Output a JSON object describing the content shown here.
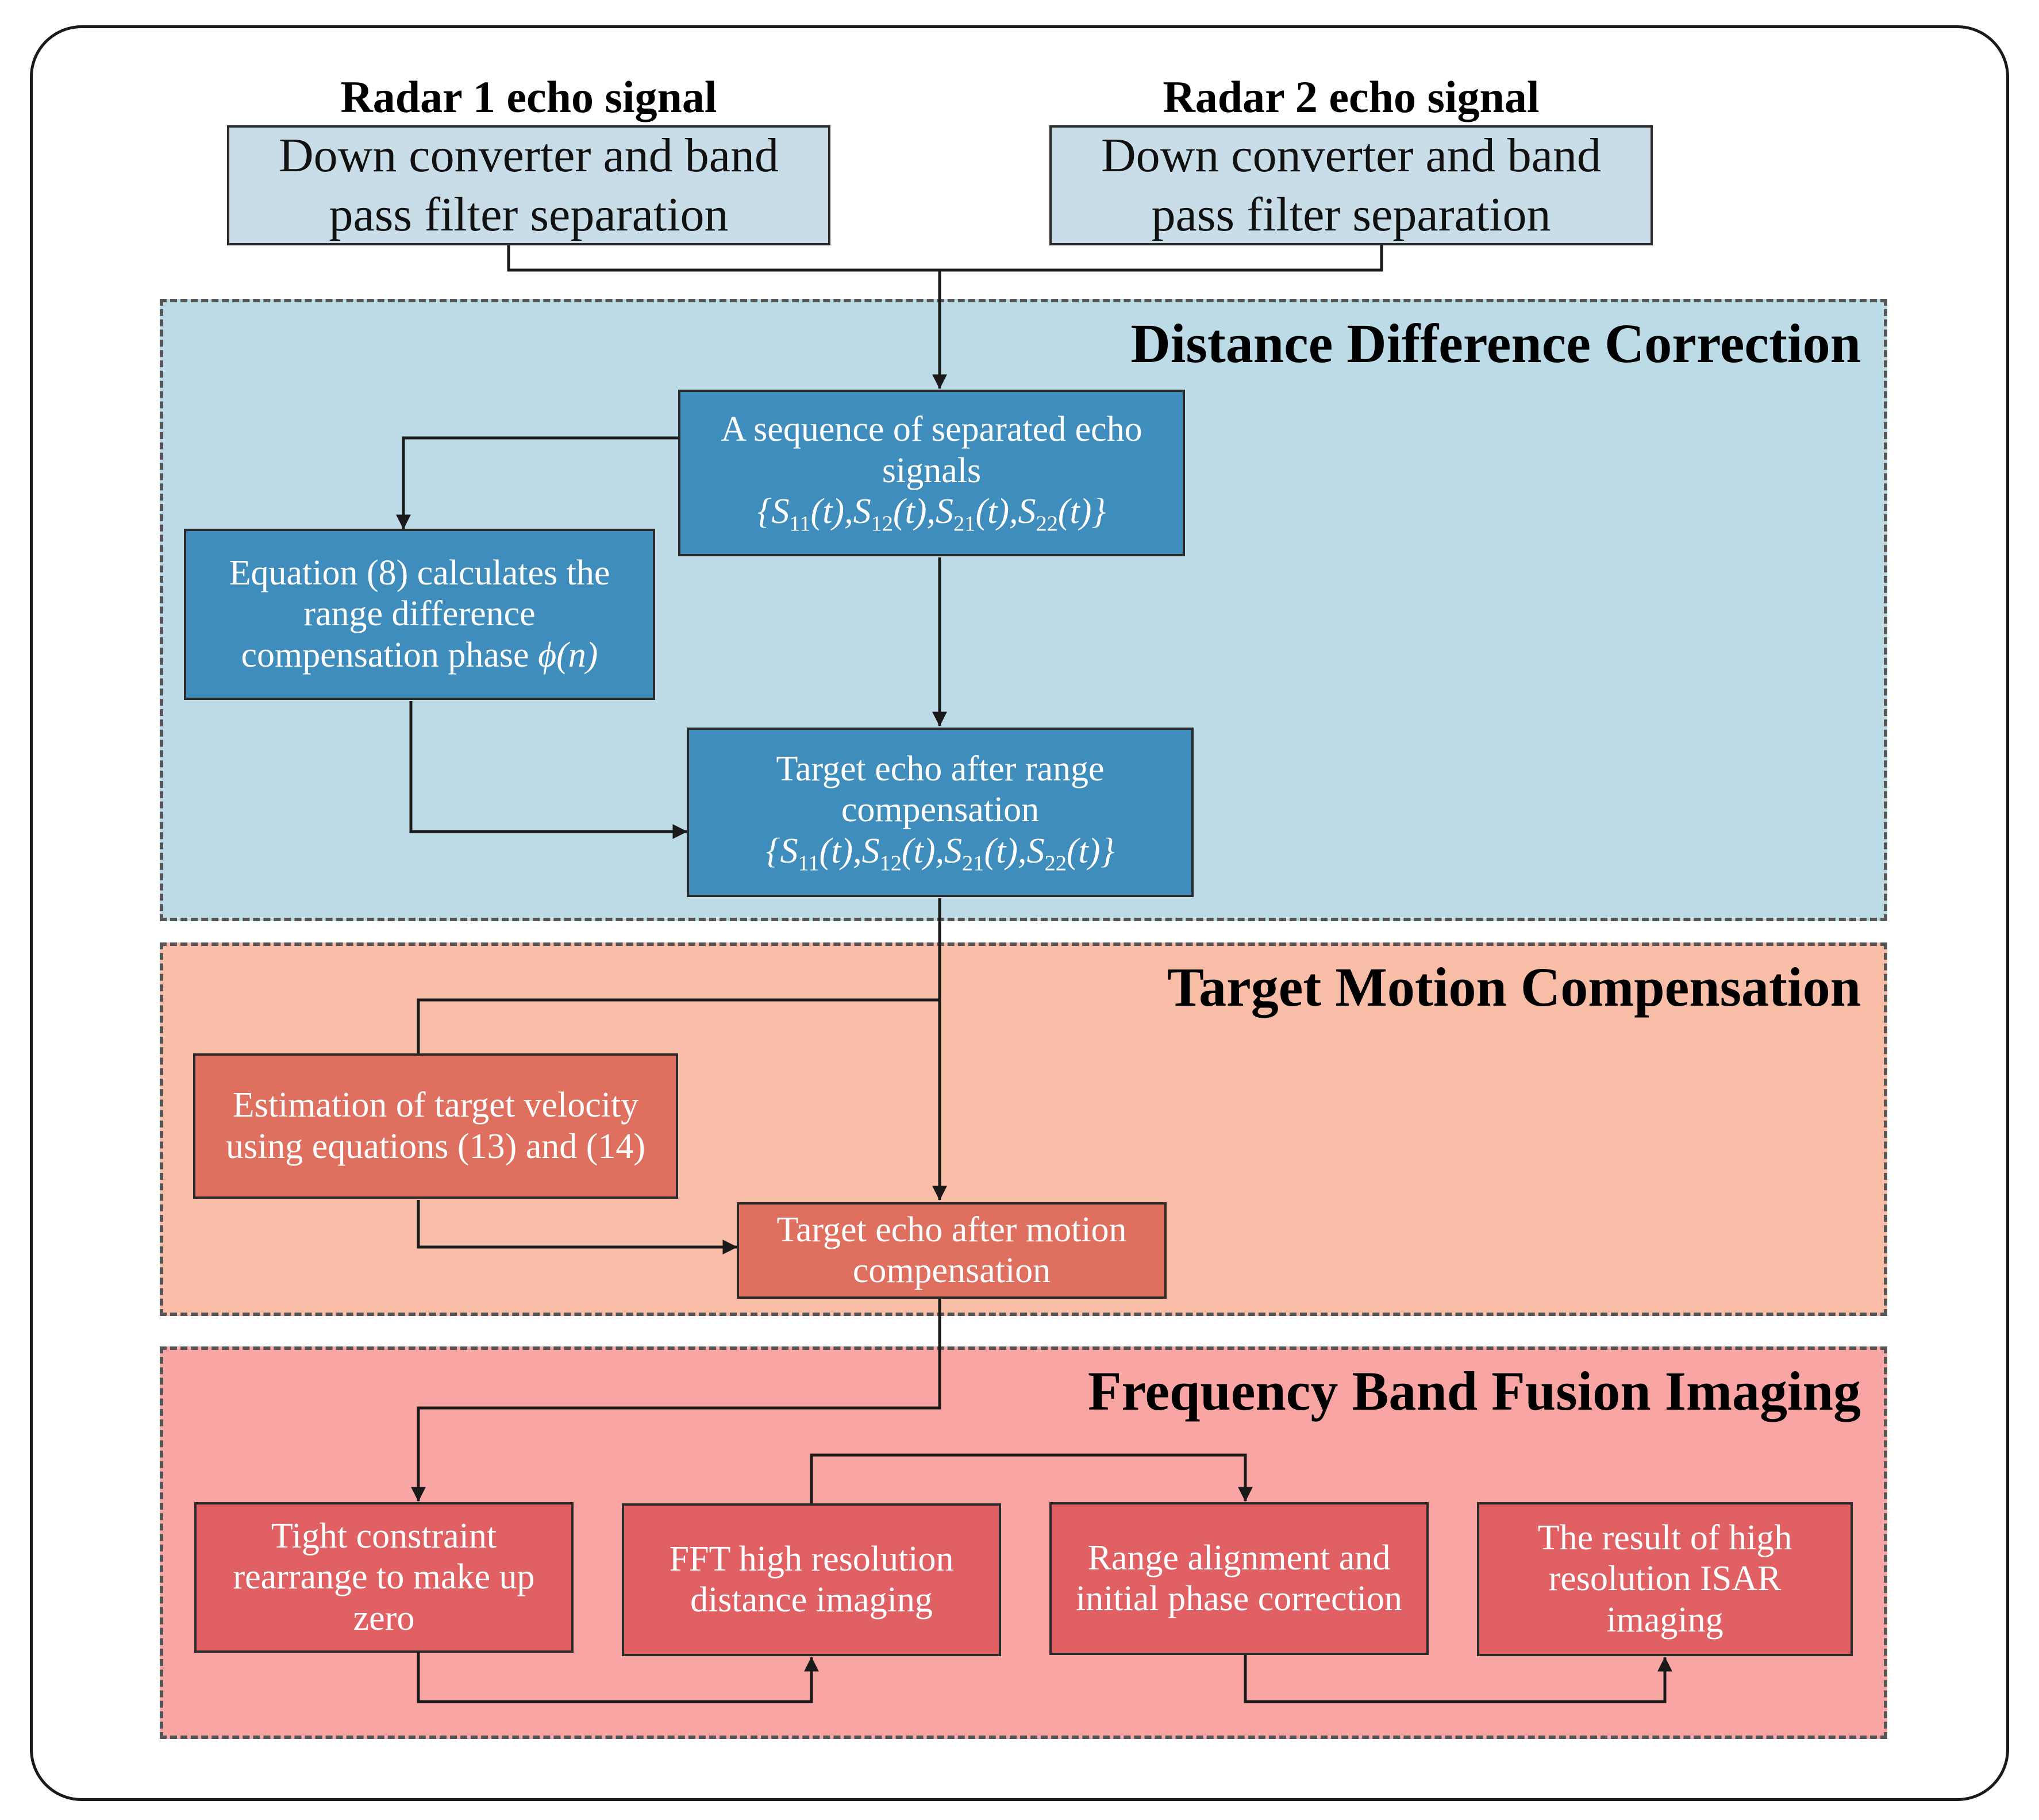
{
  "inputs": {
    "radar1": {
      "title": "Radar 1 echo signal",
      "line1": "Down converter and band",
      "line2": "pass filter separation"
    },
    "radar2": {
      "title": "Radar 2 echo signal",
      "line1": "Down converter and band",
      "line2": "pass filter separation"
    }
  },
  "sections": {
    "distance": {
      "title": "Distance Difference Correction",
      "color": "#bddbe6",
      "sequence_box": {
        "line1": "A sequence of separated echo",
        "line2": "signals"
      },
      "equation_box": {
        "line1": "Equation (8) calculates the",
        "line2": "range difference",
        "line3": "compensation phase",
        "phase_symbol": "ϕ(n)"
      },
      "range_comp_box": {
        "line1": "Target echo after range",
        "line2": "compensation"
      }
    },
    "motion": {
      "title": "Target Motion Compensation",
      "color": "#f7bda6",
      "velocity_box": {
        "line1": "Estimation of target velocity",
        "line2": "using equations (13) and (14)"
      },
      "motion_comp_box": {
        "line1": "Target echo after motion",
        "line2": "compensation"
      }
    },
    "fusion": {
      "title": "Frequency Band Fusion Imaging",
      "color": "#f8a5a3",
      "rearrange_box": {
        "line1": "Tight constraint",
        "line2": "rearrange to make up",
        "line3": "zero"
      },
      "fft_box": {
        "line1": "FFT high resolution",
        "line2": "distance imaging"
      },
      "alignment_box": {
        "line1": "Range alignment and",
        "line2": "initial phase correction"
      },
      "result_box": {
        "line1": "The result of high",
        "line2": "resolution ISAR",
        "line3": "imaging"
      }
    }
  },
  "signal_set": {
    "open": "{",
    "close": "}",
    "comma": ",",
    "var": "S",
    "arg": "(t)",
    "subscripts": [
      "11",
      "12",
      "21",
      "22"
    ]
  }
}
